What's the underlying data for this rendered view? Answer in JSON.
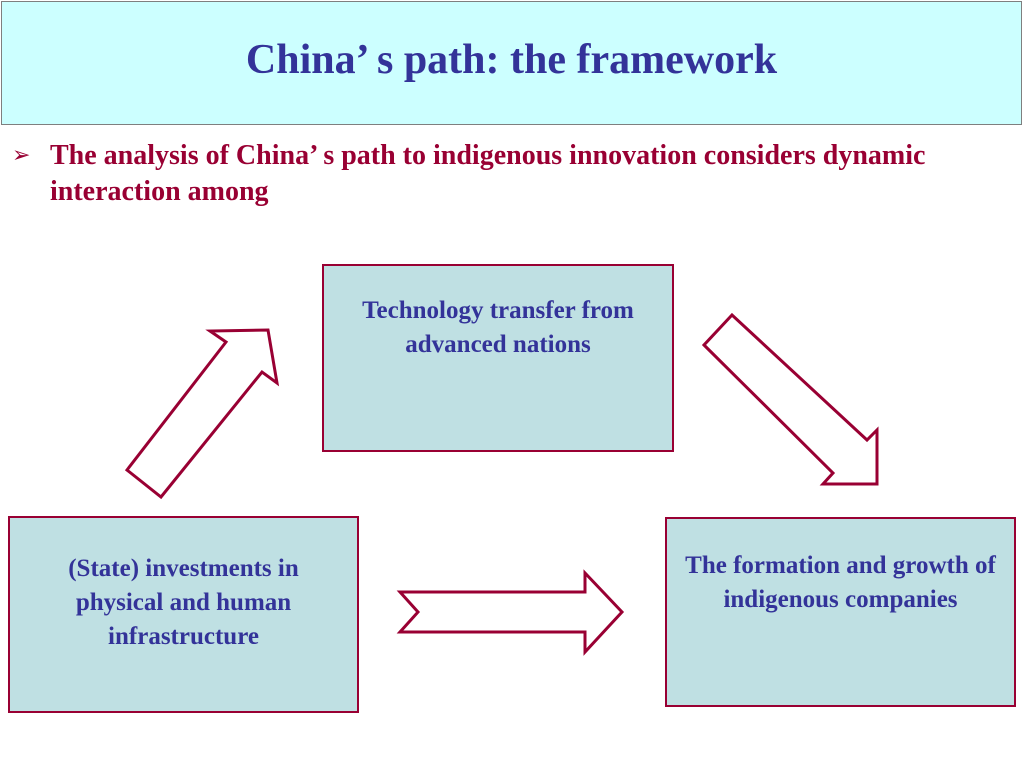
{
  "title": "China’ s path: the framework",
  "bullet": {
    "marker": "➢",
    "text": "The analysis of China’ s path to indigenous innovation considers dynamic interaction among"
  },
  "nodes": {
    "technology_transfer": "Technology transfer from advanced nations",
    "state_investments": "(State) investments in physical and human infrastructure",
    "indigenous_companies": "The formation and growth of indigenous companies"
  },
  "colors": {
    "title_background": "#ccffff",
    "title_text": "#333399",
    "bullet_text": "#990033",
    "node_fill": "#bfe0e3",
    "node_border": "#990033",
    "node_text": "#333399",
    "arrow_stroke": "#990033"
  }
}
